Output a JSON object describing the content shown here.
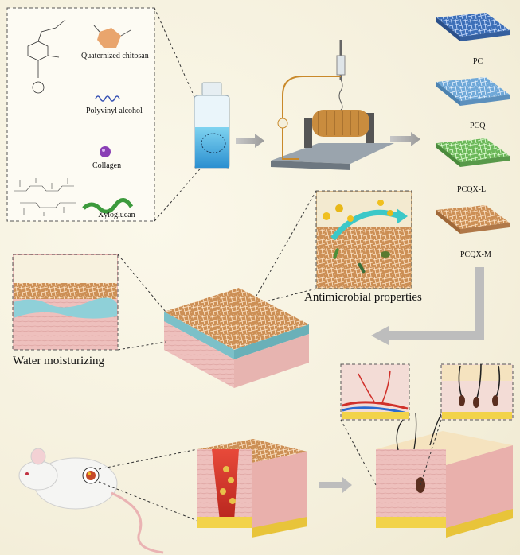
{
  "components": {
    "quaternized_chitosan": "Quaternized chitosan",
    "polyvinyl_alcohol": "Polyvinyl alcohol",
    "collagen": "Collagen",
    "xyloglucan": "Xyloglucan"
  },
  "membranes": [
    {
      "label": "PC",
      "color": "#4a7fc8"
    },
    {
      "label": "PCQ",
      "color": "#7fb4de"
    },
    {
      "label": "PCQX-L",
      "color": "#7ec46a"
    },
    {
      "label": "PCQX-M",
      "color": "#d9a06a"
    }
  ],
  "properties": {
    "antimicrobial": "Antimicrobial properties",
    "moisturizing": "Water moisturizing"
  }
}
